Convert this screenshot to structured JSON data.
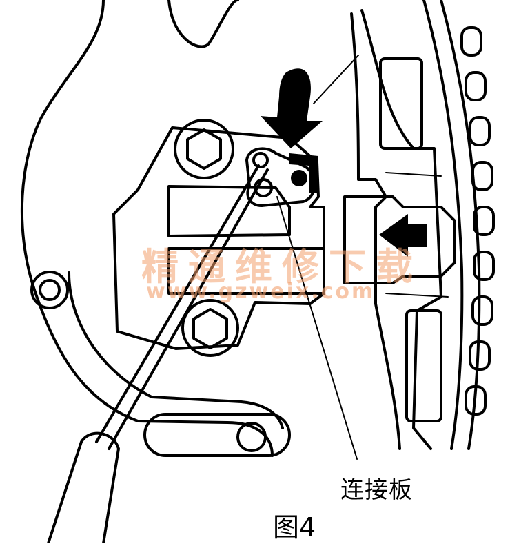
{
  "labels": {
    "part_label": "连接板",
    "figure_caption": "图4"
  },
  "watermark": {
    "title": "精通维修下载",
    "url": "www.gzweix.com",
    "color": "#f2a06e"
  },
  "icons": {
    "down_arrow": "curved-down-arrow-icon",
    "left_arrow": "left-arrow-icon"
  }
}
